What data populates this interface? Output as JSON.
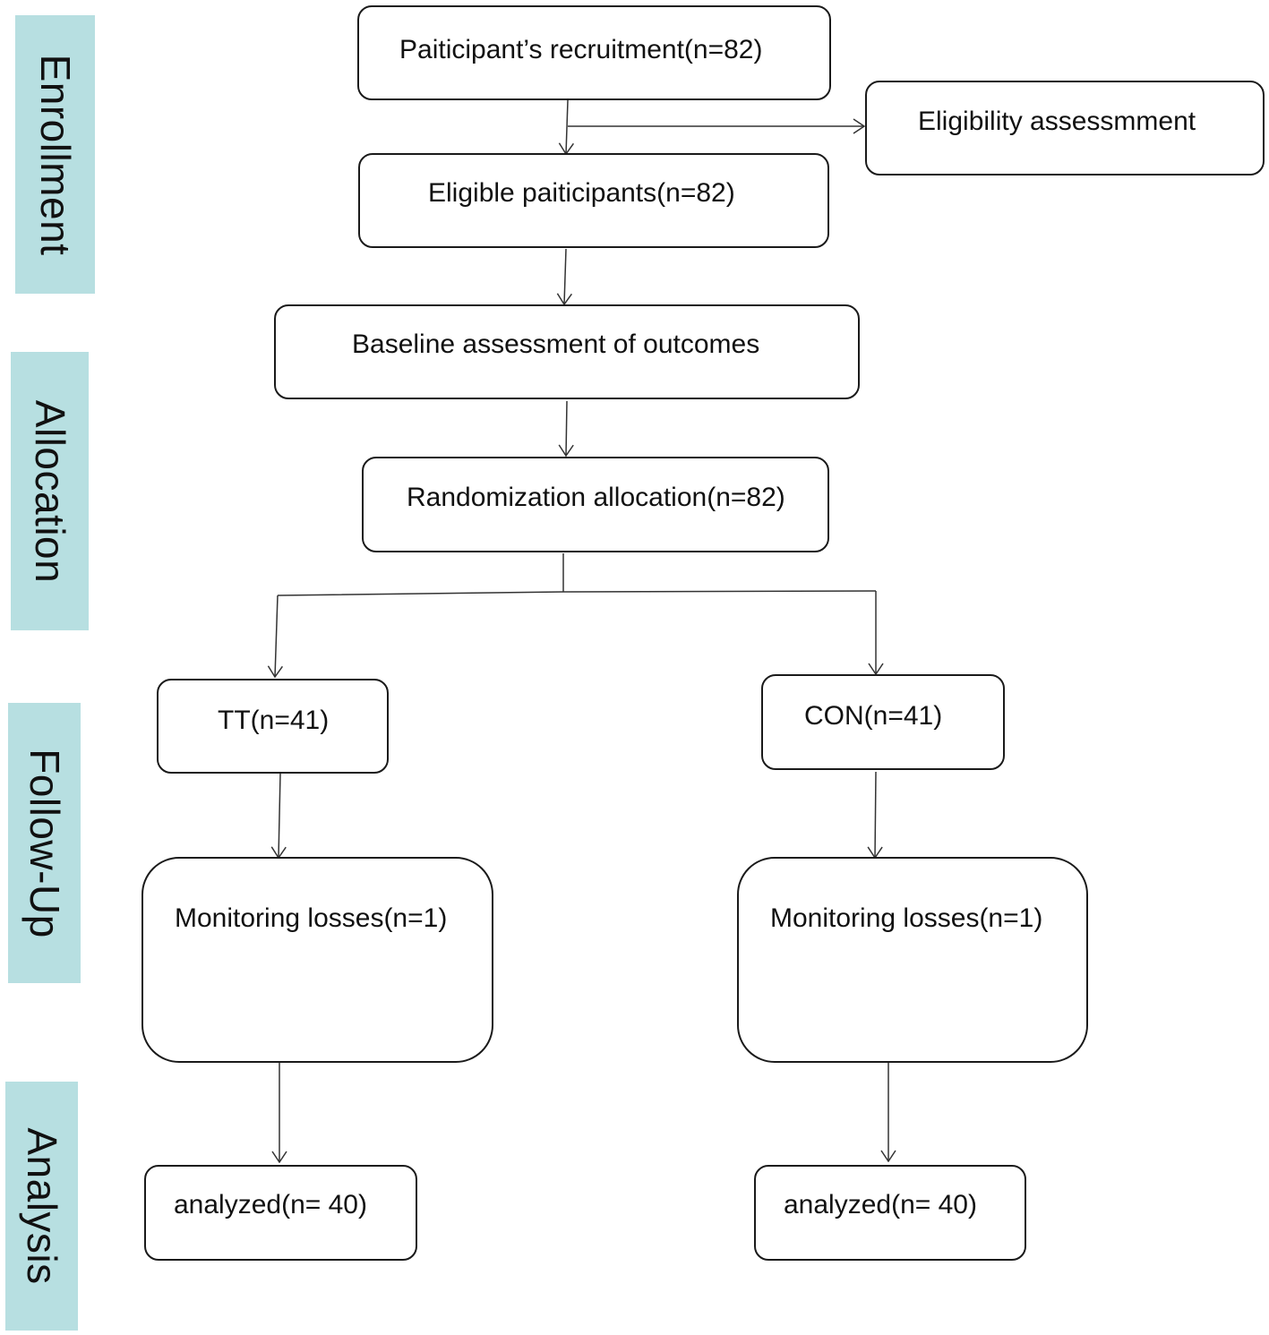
{
  "stages": {
    "enrollment": "Enrollment",
    "allocation": "Allocation",
    "follow_up": "Follow-Up",
    "analysis": "Analysis"
  },
  "boxes": {
    "recruitment": "Paiticipant’s recruitment(n=82)",
    "eligibility_assessment": "Eligibility assessmment",
    "eligible_participants": "Eligible paiticipants(n=82)",
    "baseline_assessment": "Baseline assessment of outcomes",
    "randomization": "Randomization allocation(n=82)",
    "tt_group": "TT(n=41)",
    "con_group": "CON(n=41)",
    "tt_losses": "Monitoring losses(n=1)",
    "con_losses": "Monitoring losses(n=1)",
    "tt_analyzed": "analyzed(n= 40)",
    "con_analyzed": "analyzed(n= 40)"
  },
  "colors": {
    "stage_band": "#b7dfe1",
    "box_border": "#1a1a1a",
    "connector": "#333333"
  }
}
